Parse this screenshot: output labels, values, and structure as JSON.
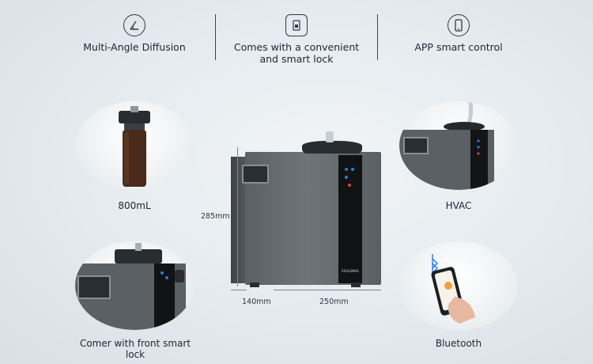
{
  "features": [
    {
      "icon": "angle-icon",
      "label": "Multi-Angle Diffusion"
    },
    {
      "icon": "lock-icon",
      "label_line1": "Comes with a convenient",
      "label_line2": "and smart lock"
    },
    {
      "icon": "phone-icon",
      "label": "APP smart control"
    }
  ],
  "callouts": {
    "capacity": "800mL",
    "hvac": "HVAC",
    "corner": "Comer with front smart lock",
    "bluetooth": "Bluetooth"
  },
  "dimensions": {
    "height": "285mm",
    "depth": "140mm",
    "width": "250mm"
  },
  "brand_label": "EXALDNAS"
}
